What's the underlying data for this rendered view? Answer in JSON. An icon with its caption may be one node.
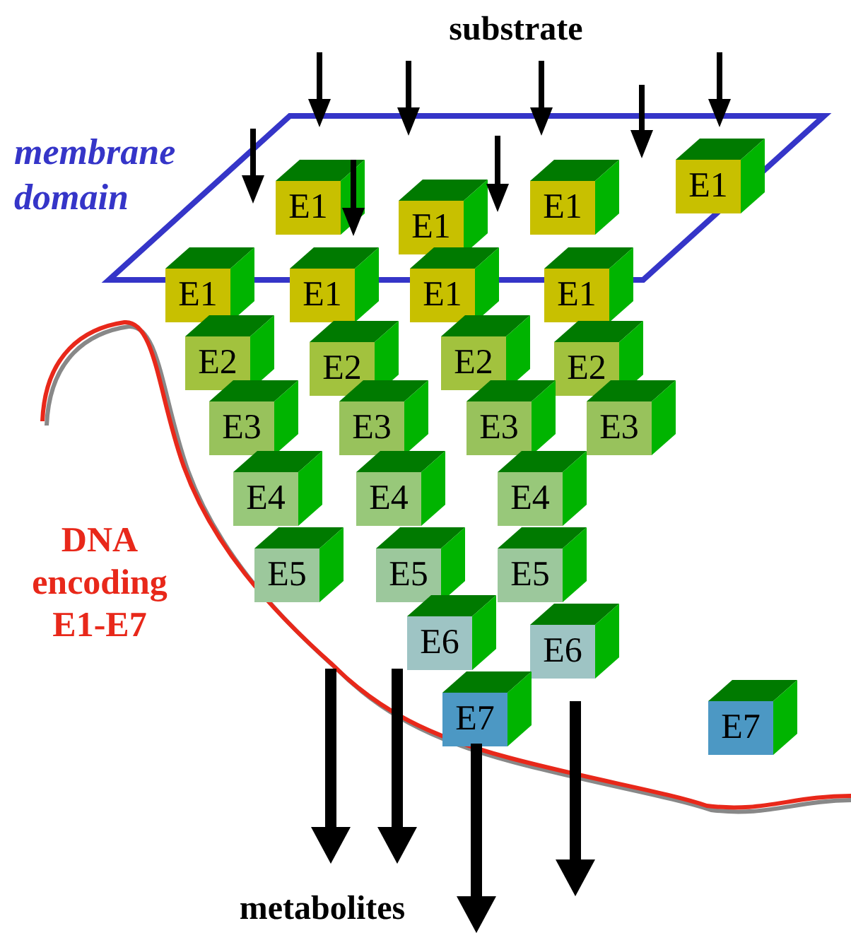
{
  "diagram": {
    "nodes": [
      {
        "text": [
          "membrane domain"
        ]
      },
      {
        "text": [
          "E1"
        ],
        "in": 0
      },
      {
        "text": [
          "E1"
        ],
        "in": 0
      },
      {
        "text": [
          "E1"
        ],
        "in": 0
      },
      {
        "text": [
          "E1"
        ],
        "in": 0
      },
      {
        "text": [
          "E1"
        ]
      },
      {
        "text": [
          "E1"
        ]
      },
      {
        "text": [
          "E1"
        ]
      },
      {
        "text": [
          "E1"
        ]
      },
      {
        "text": [
          "E2"
        ]
      },
      {
        "text": [
          "E2"
        ]
      },
      {
        "text": [
          "E2"
        ]
      },
      {
        "text": [
          "E2"
        ]
      },
      {
        "text": [
          "E3"
        ]
      },
      {
        "text": [
          "E3"
        ]
      },
      {
        "text": [
          "E3"
        ]
      },
      {
        "text": [
          "E3"
        ]
      },
      {
        "text": [
          "E4"
        ]
      },
      {
        "text": [
          "E4"
        ]
      },
      {
        "text": [
          "E4"
        ]
      },
      {
        "text": [
          "E5"
        ]
      },
      {
        "text": [
          "E5"
        ]
      },
      {
        "text": [
          "E5"
        ]
      },
      {
        "text": [
          "E6"
        ]
      },
      {
        "text": [
          "E6"
        ]
      },
      {
        "text": [
          "E7"
        ]
      },
      {
        "text": [
          "E7"
        ]
      }
    ],
    "labels": [
      "substrate",
      "DNA encoding E1-E7",
      "metabolites"
    ]
  }
}
